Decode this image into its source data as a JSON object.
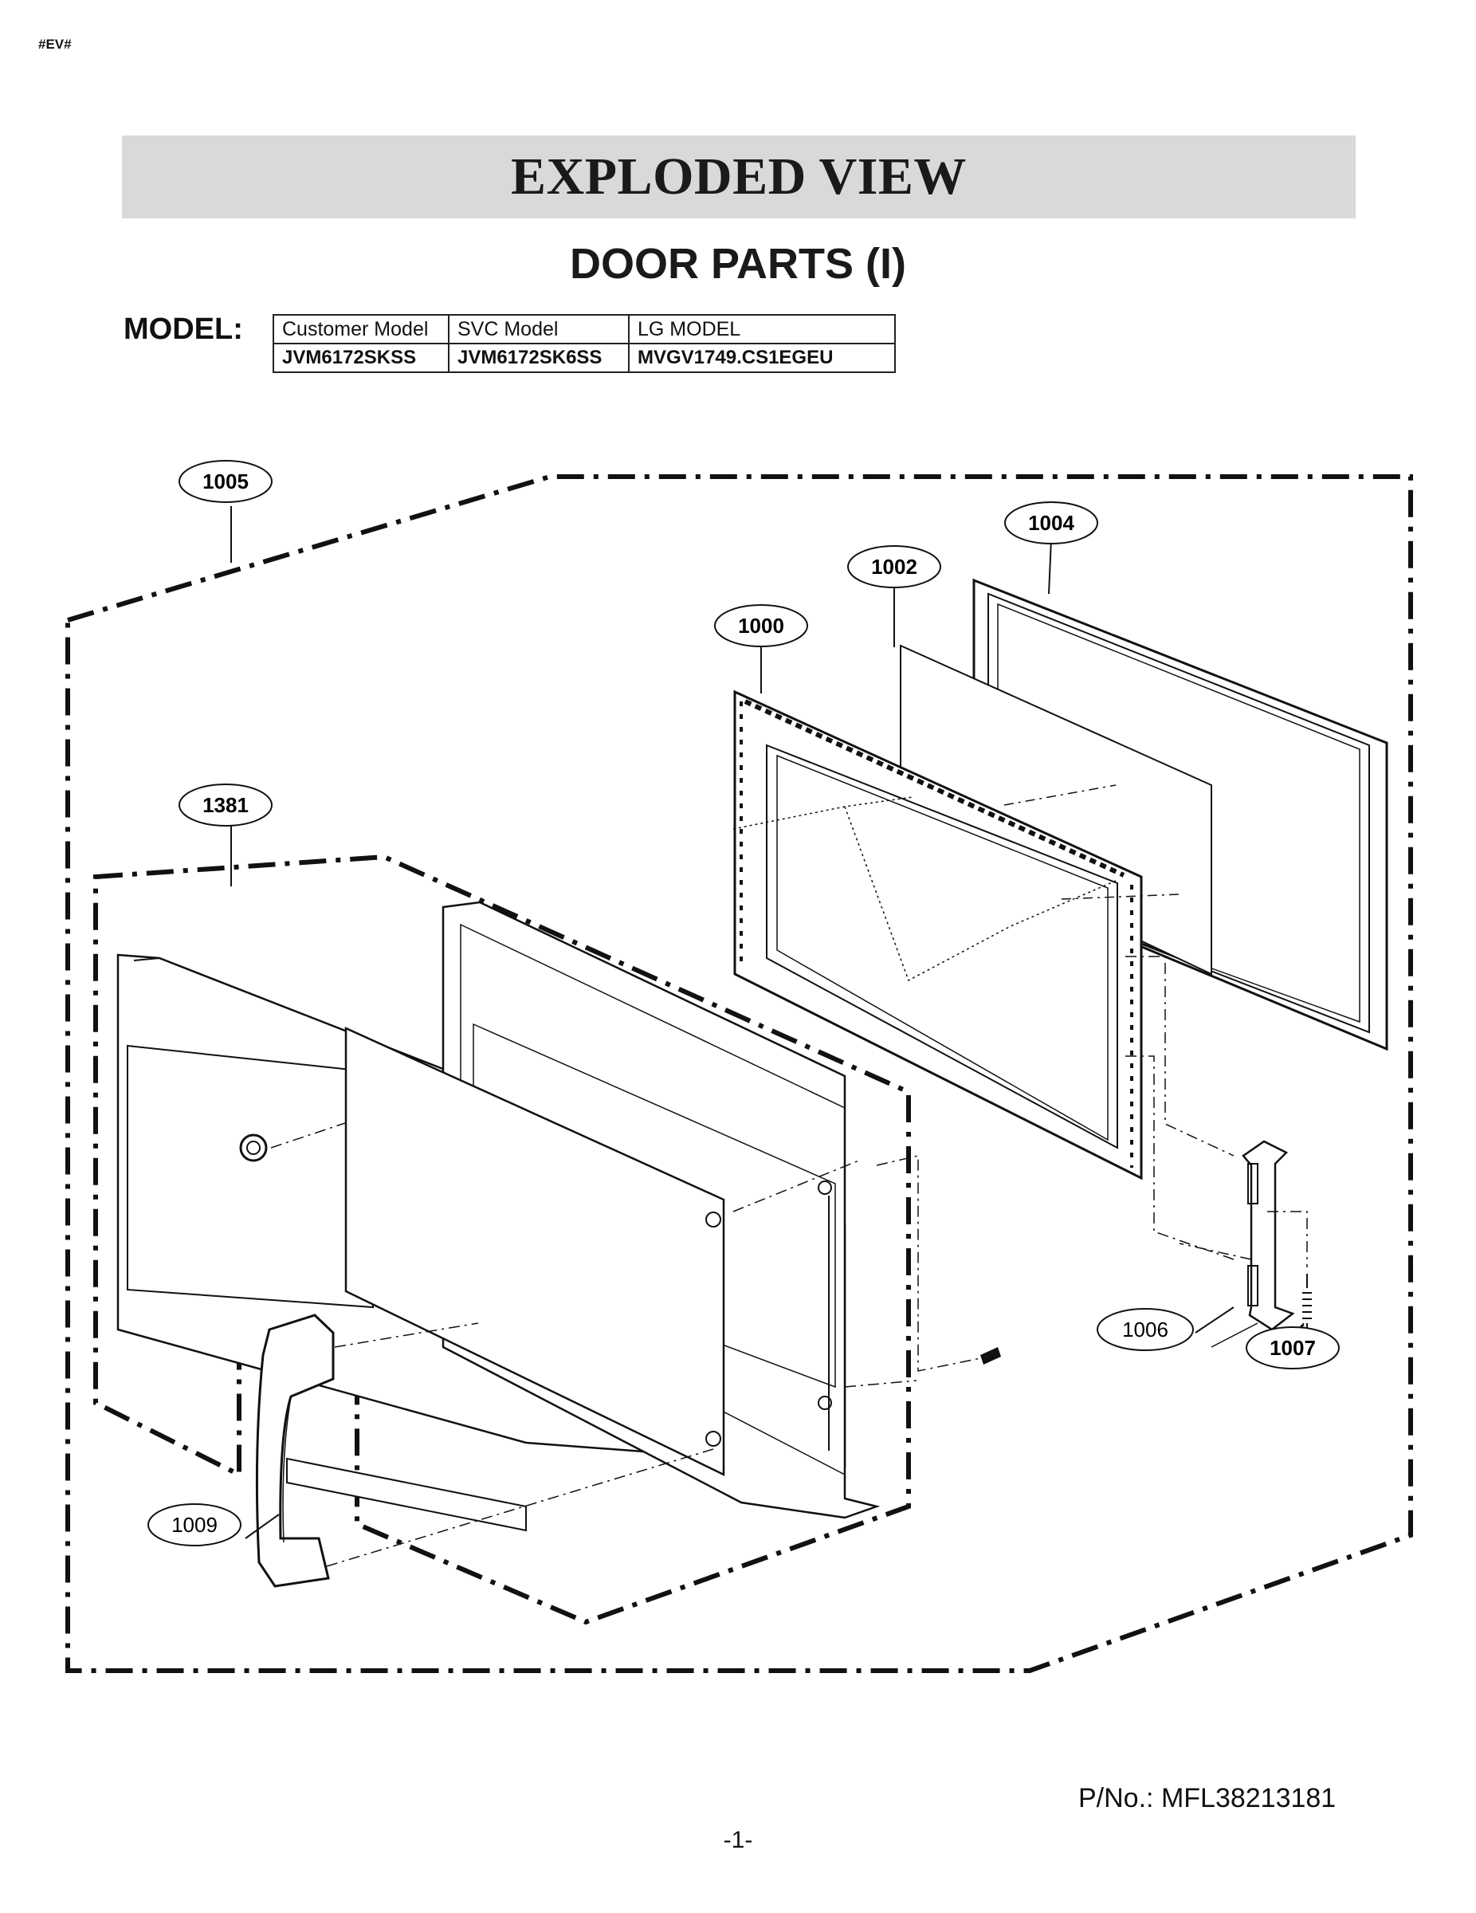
{
  "header": {
    "corner_code": "#EV#",
    "title": "EXPLODED VIEW",
    "subtitle": "DOOR PARTS (I)"
  },
  "model": {
    "label": "MODEL:",
    "columns": [
      "Customer Model",
      "SVC Model",
      "LG MODEL"
    ],
    "values": [
      "JVM6172SKSS",
      "JVM6172SK6SS",
      "MVGV1749.CS1EGEU"
    ]
  },
  "diagram": {
    "callouts": [
      {
        "id": "c1005",
        "label": "1005"
      },
      {
        "id": "c1004",
        "label": "1004"
      },
      {
        "id": "c1002",
        "label": "1002"
      },
      {
        "id": "c1000",
        "label": "1000"
      },
      {
        "id": "c1381",
        "label": "1381"
      },
      {
        "id": "c1006",
        "label": "1006"
      },
      {
        "id": "c1007",
        "label": "1007"
      },
      {
        "id": "c1009",
        "label": "1009"
      }
    ]
  },
  "footer": {
    "pno_prefix": "P/No.:",
    "pno_value": "MFL38213181",
    "page": "-1-"
  }
}
